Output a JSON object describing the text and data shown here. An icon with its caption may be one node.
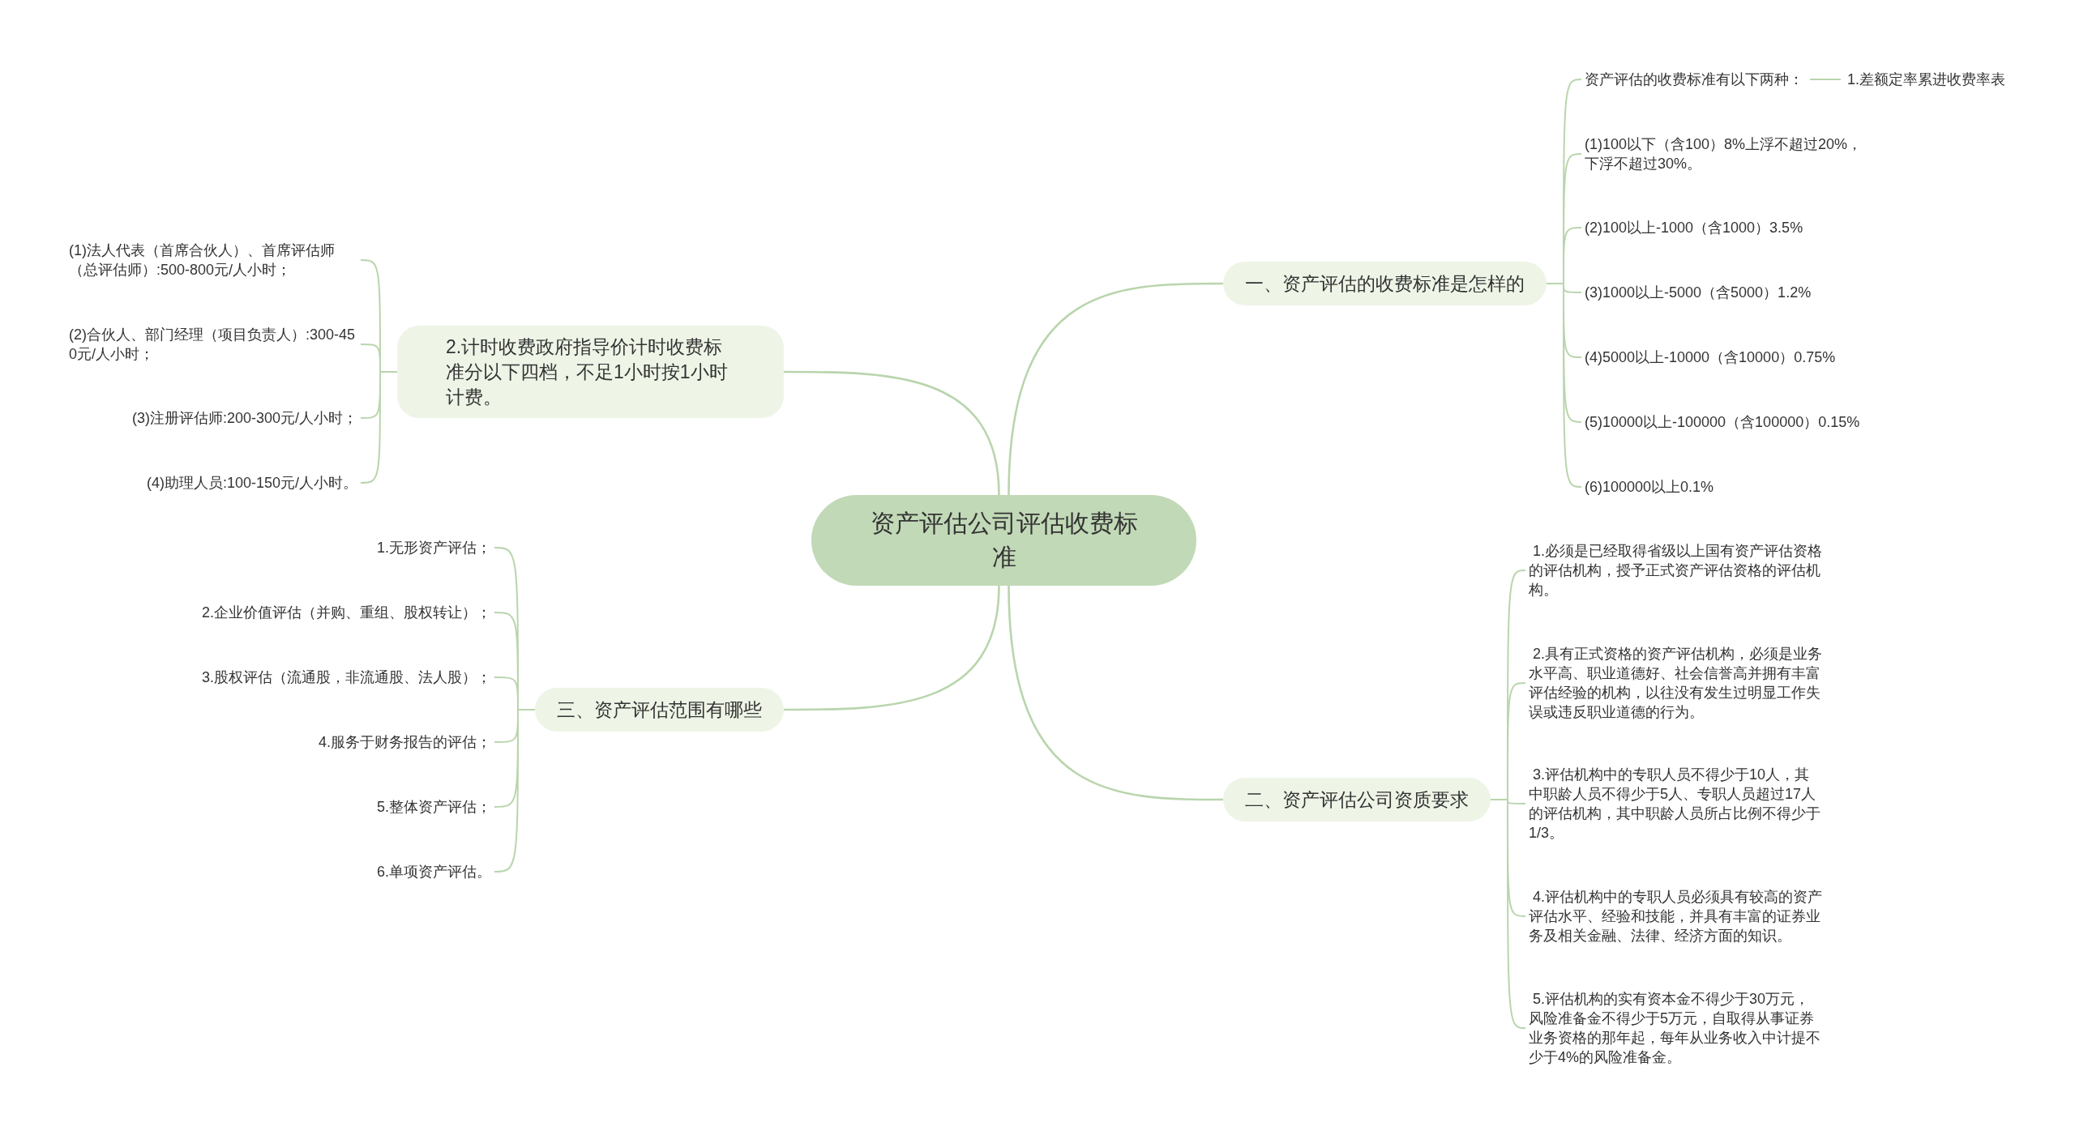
{
  "diagram": {
    "nodes": [
      {
        "text": [
          "资产评估公司评估收费标准"
        ]
      },
      {
        "text": [
          "一、资产评估的收费标准是怎样的"
        ]
      },
      {
        "text": [
          "资产评估的收费标准有以下两种："
        ]
      },
      {
        "text": [
          "1.差额定率累进收费率表"
        ]
      },
      {
        "text": [
          "(1)100以下（含100）8%上浮不超过20%，下浮不超过30%。"
        ]
      },
      {
        "text": [
          "(2)100以上-1000（含1000）3.5%"
        ]
      },
      {
        "text": [
          "(3)1000以上-5000（含5000）1.2%"
        ]
      },
      {
        "text": [
          "(4)5000以上-10000（含10000）0.75%"
        ]
      },
      {
        "text": [
          "(5)10000以上-100000（含100000）0.15%"
        ]
      },
      {
        "text": [
          "(6)100000以上0.1%"
        ]
      },
      {
        "text": [
          "二、资产评估公司资质要求"
        ]
      },
      {
        "text": [
          "1.必须是已经取得省级以上国有资产评估资格的评估机构，授予正式资产评估资格的评估机构。"
        ]
      },
      {
        "text": [
          "2.具有正式资格的资产评估机构，必须是业务水平高、职业道德好、社会信誉高并拥有丰富评估经验的机构，以往没有发生过明显工作失误或违反职业道德的行为。"
        ]
      },
      {
        "text": [
          "3.评估机构中的专职人员不得少于10人，其中职龄人员不得少于5人、专职人员超过17人的评估机构，其中职龄人员所占比例不得少于1/3。"
        ]
      },
      {
        "text": [
          "4.评估机构中的专职人员必须具有较高的资产评估水平、经验和技能，并具有丰富的证券业务及相关金融、法律、经济方面的知识。"
        ]
      },
      {
        "text": [
          "5.评估机构的实有资本金不得少于30万元，风险准备金不得少于5万元，自取得从事证券业务资格的那年起，每年从业务收入中计提不少于4%的风险准备金。"
        ]
      },
      {
        "text": [
          "2.计时收费政府指导价计时收费标准分以下四档，不足1小时按1小时计费。"
        ]
      },
      {
        "text": [
          "(1)法人代表（首席合伙人）、首席评估师（总评估师）:500-800元/人小时；"
        ]
      },
      {
        "text": [
          "(2)合伙人、部门经理（项目负责人）:300-450元/人小时；"
        ]
      },
      {
        "text": [
          "(3)注册评估师:200-300元/人小时；"
        ]
      },
      {
        "text": [
          "(4)助理人员:100-150元/人小时。"
        ]
      },
      {
        "text": [
          "三、资产评估范围有哪些"
        ]
      },
      {
        "text": [
          "1.无形资产评估；"
        ]
      },
      {
        "text": [
          "2.企业价值评估（并购、重组、股权转让）；"
        ]
      },
      {
        "text": [
          "3.股权评估（流通股，非流通股、法人股）；"
        ]
      },
      {
        "text": [
          "4.服务于财务报告的评估；"
        ]
      },
      {
        "text": [
          "5.整体资产评估；"
        ]
      },
      {
        "text": [
          "6.单项资产评估。"
        ]
      }
    ],
    "edges": [
      {
        "from": 0,
        "to": 1,
        "arrow": "none"
      },
      {
        "from": 1,
        "to": 2,
        "arrow": "none"
      },
      {
        "from": 2,
        "to": 3,
        "arrow": "none"
      },
      {
        "from": 1,
        "to": 4,
        "arrow": "none"
      },
      {
        "from": 1,
        "to": 5,
        "arrow": "none"
      },
      {
        "from": 1,
        "to": 6,
        "arrow": "none"
      },
      {
        "from": 1,
        "to": 7,
        "arrow": "none"
      },
      {
        "from": 1,
        "to": 8,
        "arrow": "none"
      },
      {
        "from": 1,
        "to": 9,
        "arrow": "none"
      },
      {
        "from": 0,
        "to": 10,
        "arrow": "none"
      },
      {
        "from": 10,
        "to": 11,
        "arrow": "none"
      },
      {
        "from": 10,
        "to": 12,
        "arrow": "none"
      },
      {
        "from": 10,
        "to": 13,
        "arrow": "none"
      },
      {
        "from": 10,
        "to": 14,
        "arrow": "none"
      },
      {
        "from": 10,
        "to": 15,
        "arrow": "none"
      },
      {
        "from": 0,
        "to": 16,
        "arrow": "none"
      },
      {
        "from": 16,
        "to": 17,
        "arrow": "none"
      },
      {
        "from": 16,
        "to": 18,
        "arrow": "none"
      },
      {
        "from": 16,
        "to": 19,
        "arrow": "none"
      },
      {
        "from": 16,
        "to": 20,
        "arrow": "none"
      },
      {
        "from": 0,
        "to": 21,
        "arrow": "none"
      },
      {
        "from": 21,
        "to": 22,
        "arrow": "none"
      },
      {
        "from": 21,
        "to": 23,
        "arrow": "none"
      },
      {
        "from": 21,
        "to": 24,
        "arrow": "none"
      },
      {
        "from": 21,
        "to": 25,
        "arrow": "none"
      },
      {
        "from": 21,
        "to": 26,
        "arrow": "none"
      },
      {
        "from": 21,
        "to": 27,
        "arrow": "none"
      }
    ]
  }
}
